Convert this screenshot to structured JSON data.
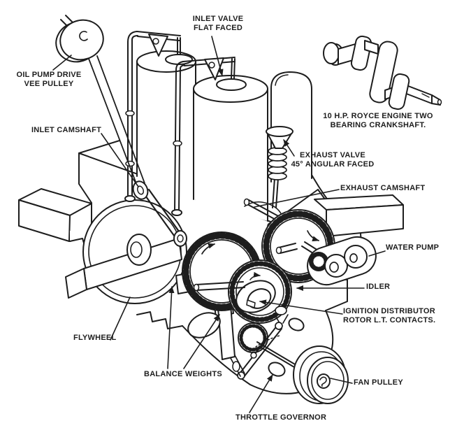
{
  "colors": {
    "background": "#ffffff",
    "ink": "#1d1d1d"
  },
  "inset_caption": {
    "line1": "10 H.P. ROYCE ENGINE TWO",
    "line2": "BEARING CRANKSHAFT."
  },
  "labels": {
    "oil_pump_drive_vee_pulley": {
      "line1": "OIL PUMP DRIVE",
      "line2": "VEE PULLEY"
    },
    "inlet_valve": {
      "line1": "INLET VALVE",
      "line2": "FLAT FACED"
    },
    "inlet_camshaft": {
      "text": "INLET CAMSHAFT"
    },
    "exhaust_valve": {
      "line1": "EXHAUST VALVE",
      "line2": "45° ANGULAR FACED"
    },
    "exhaust_camshaft": {
      "text": "EXHAUST CAMSHAFT"
    },
    "water_pump": {
      "text": "WATER PUMP"
    },
    "idler": {
      "text": "IDLER"
    },
    "ignition_distributor": {
      "line1": "IGNITION DISTRIBUTOR",
      "line2": "ROTOR L.T. CONTACTS."
    },
    "flywheel": {
      "text": "FLYWHEEL"
    },
    "balance_weights": {
      "text": "BALANCE WEIGHTS"
    },
    "fan_pulley": {
      "text": "FAN PULLEY"
    },
    "throttle_governor": {
      "text": "THROTTLE GOVERNOR"
    }
  }
}
